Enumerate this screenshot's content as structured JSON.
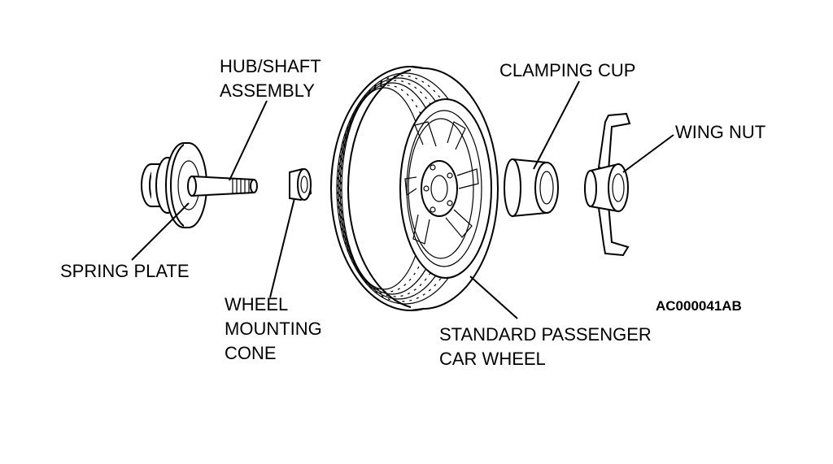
{
  "labels": {
    "hub_shaft_line1": "HUB/SHAFT",
    "hub_shaft_line2": "ASSEMBLY",
    "spring_plate": "SPRING PLATE",
    "wheel_cone_line1": "WHEEL",
    "wheel_cone_line2": "MOUNTING",
    "wheel_cone_line3": "CONE",
    "clamping_cup": "CLAMPING CUP",
    "wing_nut": "WING NUT",
    "wheel_line1": "STANDARD PASSENGER",
    "wheel_line2": "CAR WHEEL"
  },
  "figure_code": "AC000041AB"
}
